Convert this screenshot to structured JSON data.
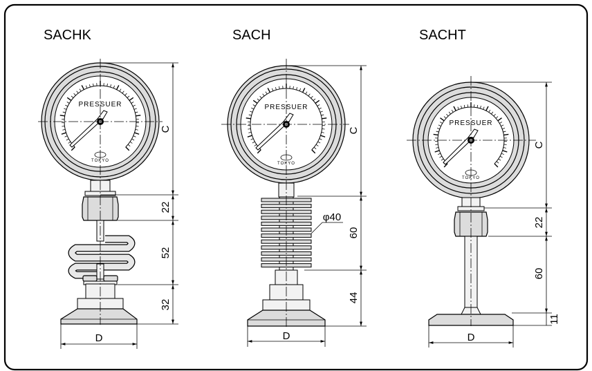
{
  "models": [
    {
      "name": "SACHK",
      "gauge_label": "PRESSUER",
      "brand": "TOKYO",
      "dims": {
        "C": "C",
        "fitting": "22",
        "coil": "52",
        "flange": "32",
        "D": "D"
      }
    },
    {
      "name": "SACH",
      "gauge_label": "PRESSUER",
      "brand": "TOKYO",
      "dims": {
        "C": "C",
        "fins_dia": "φ40",
        "fins": "60",
        "base": "44",
        "D": "D"
      }
    },
    {
      "name": "SACHT",
      "gauge_label": "PRESSUER",
      "brand": "TOKYO",
      "dims": {
        "C": "C",
        "fitting": "22",
        "stem": "60",
        "flange": "11",
        "D": "D"
      }
    }
  ]
}
